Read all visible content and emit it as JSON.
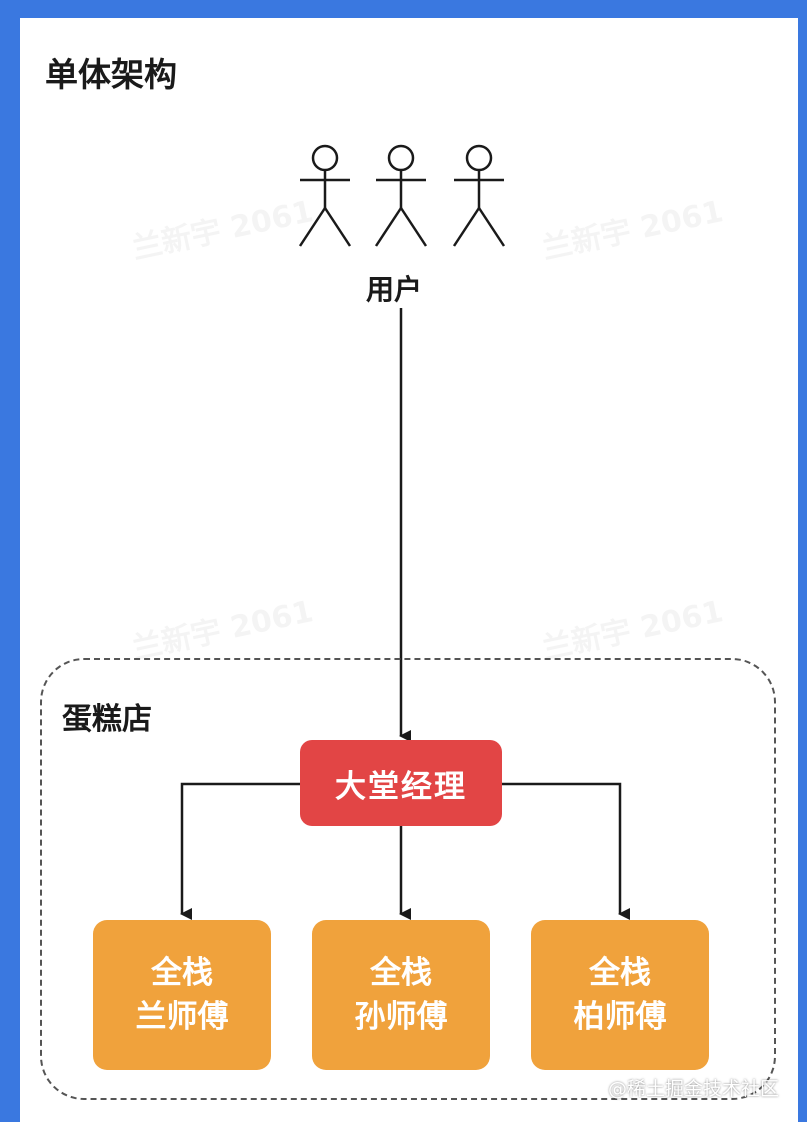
{
  "title": "单体架构",
  "watermark": "兰新宇 2061",
  "users": {
    "label": "用户"
  },
  "bakery": {
    "label": "蛋糕店",
    "manager": "大堂经理",
    "chefs": [
      {
        "role": "全栈",
        "name": "兰师傅"
      },
      {
        "role": "全栈",
        "name": "孙师傅"
      },
      {
        "role": "全栈",
        "name": "柏师傅"
      }
    ]
  },
  "credit": "@稀土掘金技术社区",
  "colors": {
    "border": "#3a78e0",
    "manager": "#e24545",
    "chef": "#f0a23c"
  }
}
